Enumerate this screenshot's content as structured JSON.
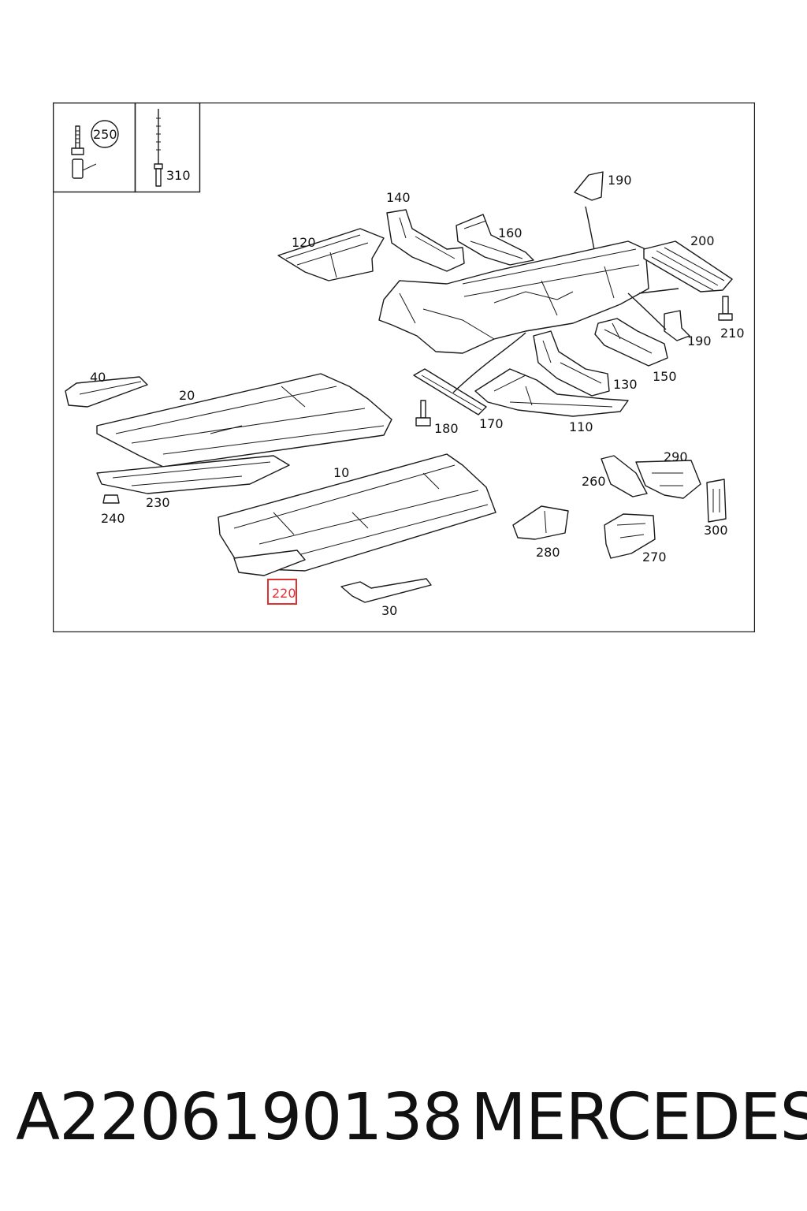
{
  "diagram": {
    "callouts": {
      "p10": "10",
      "p20": "20",
      "p30": "30",
      "p40": "40",
      "p110": "110",
      "p120": "120",
      "p130": "130",
      "p140": "140",
      "p150": "150",
      "p160": "160",
      "p170": "170",
      "p180": "180",
      "p190a": "190",
      "p190b": "190",
      "p200": "200",
      "p210": "210",
      "p220": "220",
      "p230": "230",
      "p240": "240",
      "p250": "250",
      "p260": "260",
      "p270": "270",
      "p280": "280",
      "p290": "290",
      "p300": "300",
      "p310": "310"
    },
    "highlighted_callout": "220",
    "highlight_color": "#e03131"
  },
  "footer": {
    "part_number": "A2206190138",
    "brand": "MERCEDES"
  }
}
